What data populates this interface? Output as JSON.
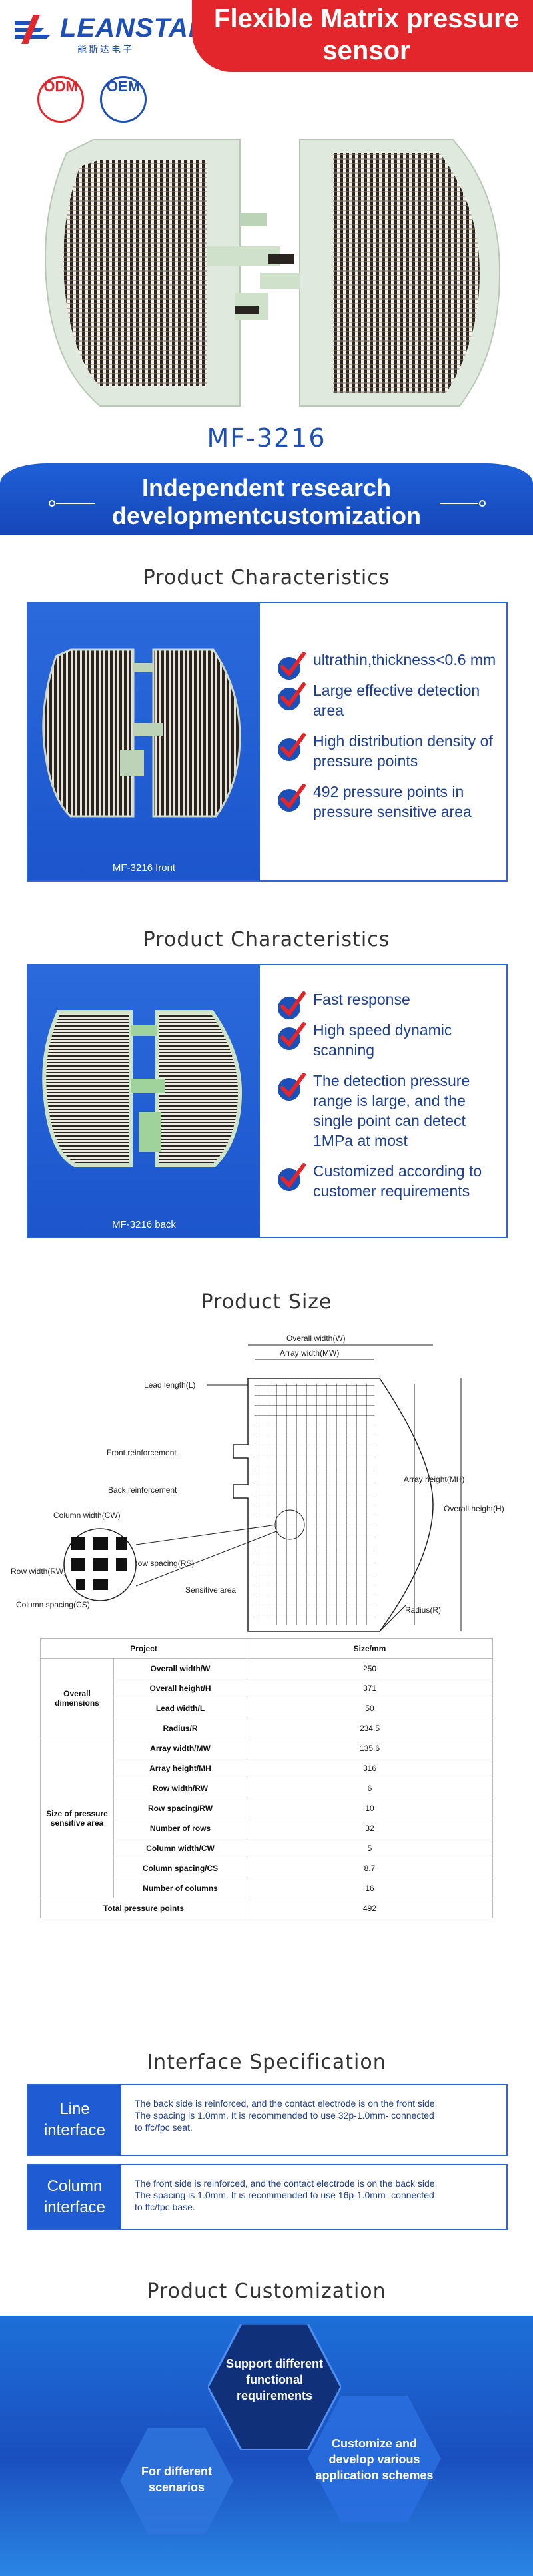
{
  "brand": {
    "name": "LEANSTAR",
    "sub": "能斯达电子",
    "colors": {
      "blue": "#1d4fb8",
      "red": "#e3262b"
    }
  },
  "hero": {
    "title_line1": "Flexible Matrix pressure",
    "title_line2": "sensor",
    "badge_odm": "ODM",
    "badge_oem": "OEM",
    "model": "MF-3216"
  },
  "slogan": {
    "line1": "Independent research",
    "line2": "developmentcustomization"
  },
  "characteristics": [
    {
      "title": "Product Characteristics",
      "caption": "MF-3216 front",
      "features": [
        "ultrathin,thickness<0.6 mm",
        "Large effective detection area",
        "High distribution density of pressure points",
        "492 pressure points in pressure sensitive area"
      ]
    },
    {
      "title": "Product Characteristics",
      "caption": "MF-3216 back",
      "features": [
        "Fast response",
        "High speed dynamic scanning",
        "The detection pressure range is large, and the single point can detect 1MPa at most",
        "Customized according to customer requirements"
      ]
    }
  ],
  "size": {
    "title": "Product Size",
    "labels": {
      "overall_width": "Overall width(W)",
      "array_width": "Array width(MW)",
      "lead_length": "Lead length(L)",
      "front_reinforcement": "Front reinforcement",
      "back_reinforcement": "Back reinforcement",
      "array_height": "Array height(MH)",
      "overall_height": "Overall height(H)",
      "column_width": "Column width(CW)",
      "row_width": "Row width(RW)",
      "row_spacing": "Row spacing(RS)",
      "sensitive_area": "Sensitive area",
      "column_spacing": "Column spacing(CS)",
      "radius": "Radius(R)"
    }
  },
  "spec_table": {
    "head_project": "Project",
    "head_size": "Size/mm",
    "group1": "Overall dimensions",
    "group2": "Size of pressure sensitive area",
    "rows1": [
      {
        "name": "Overall width/W",
        "value": "250"
      },
      {
        "name": "Overall height/H",
        "value": "371"
      },
      {
        "name": "Lead width/L",
        "value": "50"
      },
      {
        "name": "Radius/R",
        "value": "234.5"
      }
    ],
    "rows2": [
      {
        "name": "Array width/MW",
        "value": "135.6"
      },
      {
        "name": "Array height/MH",
        "value": "316"
      },
      {
        "name": "Row width/RW",
        "value": "6"
      },
      {
        "name": "Row spacing/RW",
        "value": "10"
      },
      {
        "name": "Number of rows",
        "value": "32"
      },
      {
        "name": "Column width/CW",
        "value": "5"
      },
      {
        "name": "Column spacing/CS",
        "value": "8.7"
      },
      {
        "name": "Number of columns",
        "value": "16"
      }
    ],
    "total_name": "Total pressure points",
    "total_value": "492"
  },
  "interface": {
    "title": "Interface Specification",
    "items": [
      {
        "head_line1": "Line",
        "head_line2": "interface",
        "line1": "The back side is reinforced, and the contact electrode is on the front side.",
        "line2": "The spacing is 1.0mm. It is recommended to use 32p-1.0mm- connected",
        "line3": "to ffc/fpc seat."
      },
      {
        "head_line1": "Column",
        "head_line2": "interface",
        "line1": "The front side is reinforced, and the contact electrode is on the back side.",
        "line2": "The spacing is 1.0mm. It is recommended to use 16p-1.0mm- connected",
        "line3": "to ffc/fpc base."
      }
    ]
  },
  "customization": {
    "title": "Product Customization",
    "center_l1": "Support different",
    "center_l2": "functional",
    "center_l3": "requirements",
    "left_l1": "For different",
    "left_l2": "scenarios",
    "right_l1": "Customize and",
    "right_l2": "develop various",
    "right_l3": "application schemes"
  }
}
